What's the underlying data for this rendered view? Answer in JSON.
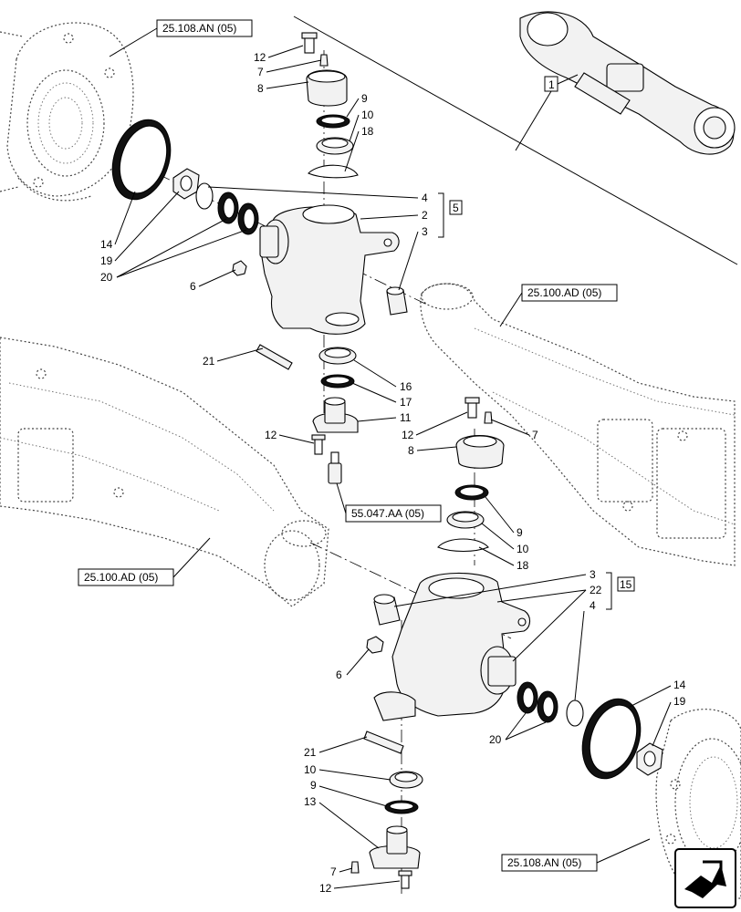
{
  "diagram": {
    "references": {
      "ref_top_left": "25.108.AN (05)",
      "ref_mid_right": "25.100.AD (05)",
      "ref_mid_center": "55.047.AA (05)",
      "ref_mid_left": "25.100.AD (05)",
      "ref_bottom_right": "25.108.AN (05)"
    },
    "group_boxes": {
      "inset": "1",
      "upper_group": "5",
      "lower_group": "15"
    },
    "upper_labels": {
      "l12a": "12",
      "l7a": "7",
      "l8a": "8",
      "l9a": "9",
      "l10a": "10",
      "l18a": "18",
      "l4a": "4",
      "l2a": "2",
      "l3a": "3",
      "l14a": "14",
      "l19a": "19",
      "l20a": "20",
      "l6a": "6",
      "l21a": "21",
      "l16a": "16",
      "l17a": "17",
      "l11a": "11",
      "l12b": "12"
    },
    "lower_labels": {
      "l12c": "12",
      "l7b": "7",
      "l8b": "8",
      "l9b": "9",
      "l10b": "10",
      "l18b": "18",
      "l3b": "3",
      "l22b": "22",
      "l4b": "4",
      "l6b": "6",
      "l14b": "14",
      "l19b": "19",
      "l20b": "20",
      "l21b": "21",
      "l10c": "10",
      "l9c": "9",
      "l13c": "13",
      "l7c": "7",
      "l12d": "12"
    },
    "nav_icon": "next-page-arrow-icon"
  }
}
